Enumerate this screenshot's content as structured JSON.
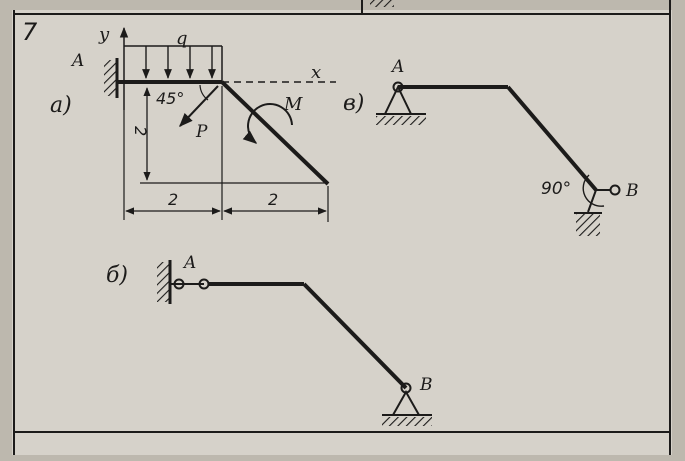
{
  "problem_number": "7",
  "colors": {
    "paper": "#d6d2ca",
    "ink": "#1c1b1a",
    "background": "#bdb8ae"
  },
  "fig_a": {
    "label": "а)",
    "point_a": "A",
    "axis_y": "y",
    "axis_x": "x",
    "load_q": "q",
    "angle": "45°",
    "force_p": "P",
    "moment_m": "M",
    "dim_vertical": "2",
    "dim_left": "2",
    "dim_right": "2"
  },
  "fig_b": {
    "label": "б)",
    "point_a": "A",
    "point_b": "B"
  },
  "fig_v": {
    "label": "в)",
    "point_a": "A",
    "point_b": "B",
    "angle": "90°"
  }
}
